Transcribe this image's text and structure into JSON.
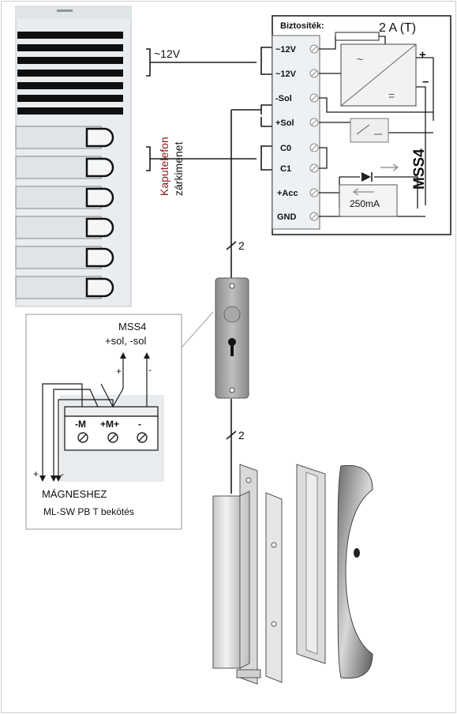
{
  "labels": {
    "voltage_12v": "~12V",
    "kaputelefon_line1": "Kaputelefon",
    "kaputelefon_line2": "zárkimenet",
    "wire_count_top": "2",
    "wire_count_bottom": "2"
  },
  "mss4_module": {
    "fuse_label": "Biztosíték:",
    "fuse_value": "2 A (T)",
    "model_label": "MSS4",
    "plus_sign": "+",
    "minus_sign": "–",
    "current_label": "250mA",
    "terminals": [
      "~12V",
      "~12V",
      "-Sol",
      "+Sol",
      "C0",
      "C1",
      "+Acc",
      "GND"
    ]
  },
  "inset": {
    "title": "MSS4",
    "subtitle": "+sol, -sol",
    "wire_plus": "+",
    "wire_minus": "-",
    "terminal_labels": [
      "-M",
      "+M+",
      "-"
    ],
    "bottom_plus": "+",
    "bottom_minus": "-",
    "caption_line1": "MÁGNESHEZ",
    "caption_line2": "ML-SW  PB  T  bekötés"
  },
  "colors": {
    "line": "#1a1a1a",
    "panel_bg": "#eef1f3",
    "module_border": "#222222",
    "kaputelefon_red": "#8b1a1a"
  }
}
